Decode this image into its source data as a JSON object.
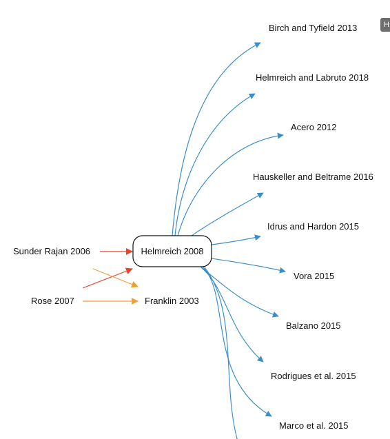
{
  "colors": {
    "cited": "#3a8fc8",
    "citing_red": "#e8442a",
    "citing_orange": "#f0a030"
  },
  "corner_tab": "H",
  "center": {
    "label": "Helmreich 2008"
  },
  "left_nodes": [
    {
      "id": "sunder",
      "label": "Sunder Rajan 2006"
    },
    {
      "id": "rose",
      "label": "Rose 2007"
    },
    {
      "id": "franklin",
      "label": "Franklin 2003"
    }
  ],
  "right_nodes": [
    {
      "id": "birch",
      "label": "Birch and Tyfield 2013"
    },
    {
      "id": "helmlab",
      "label": "Helmreich and Labruto 2018"
    },
    {
      "id": "acero",
      "label": "Acero 2012"
    },
    {
      "id": "hausk",
      "label": "Hauskeller and Beltrame 2016"
    },
    {
      "id": "idrus",
      "label": "Idrus and Hardon 2015"
    },
    {
      "id": "vora",
      "label": "Vora 2015"
    },
    {
      "id": "balzano",
      "label": "Balzano 2015"
    },
    {
      "id": "rodrigues",
      "label": "Rodrigues et al. 2015"
    },
    {
      "id": "marco",
      "label": "Marco et al. 2015"
    }
  ]
}
